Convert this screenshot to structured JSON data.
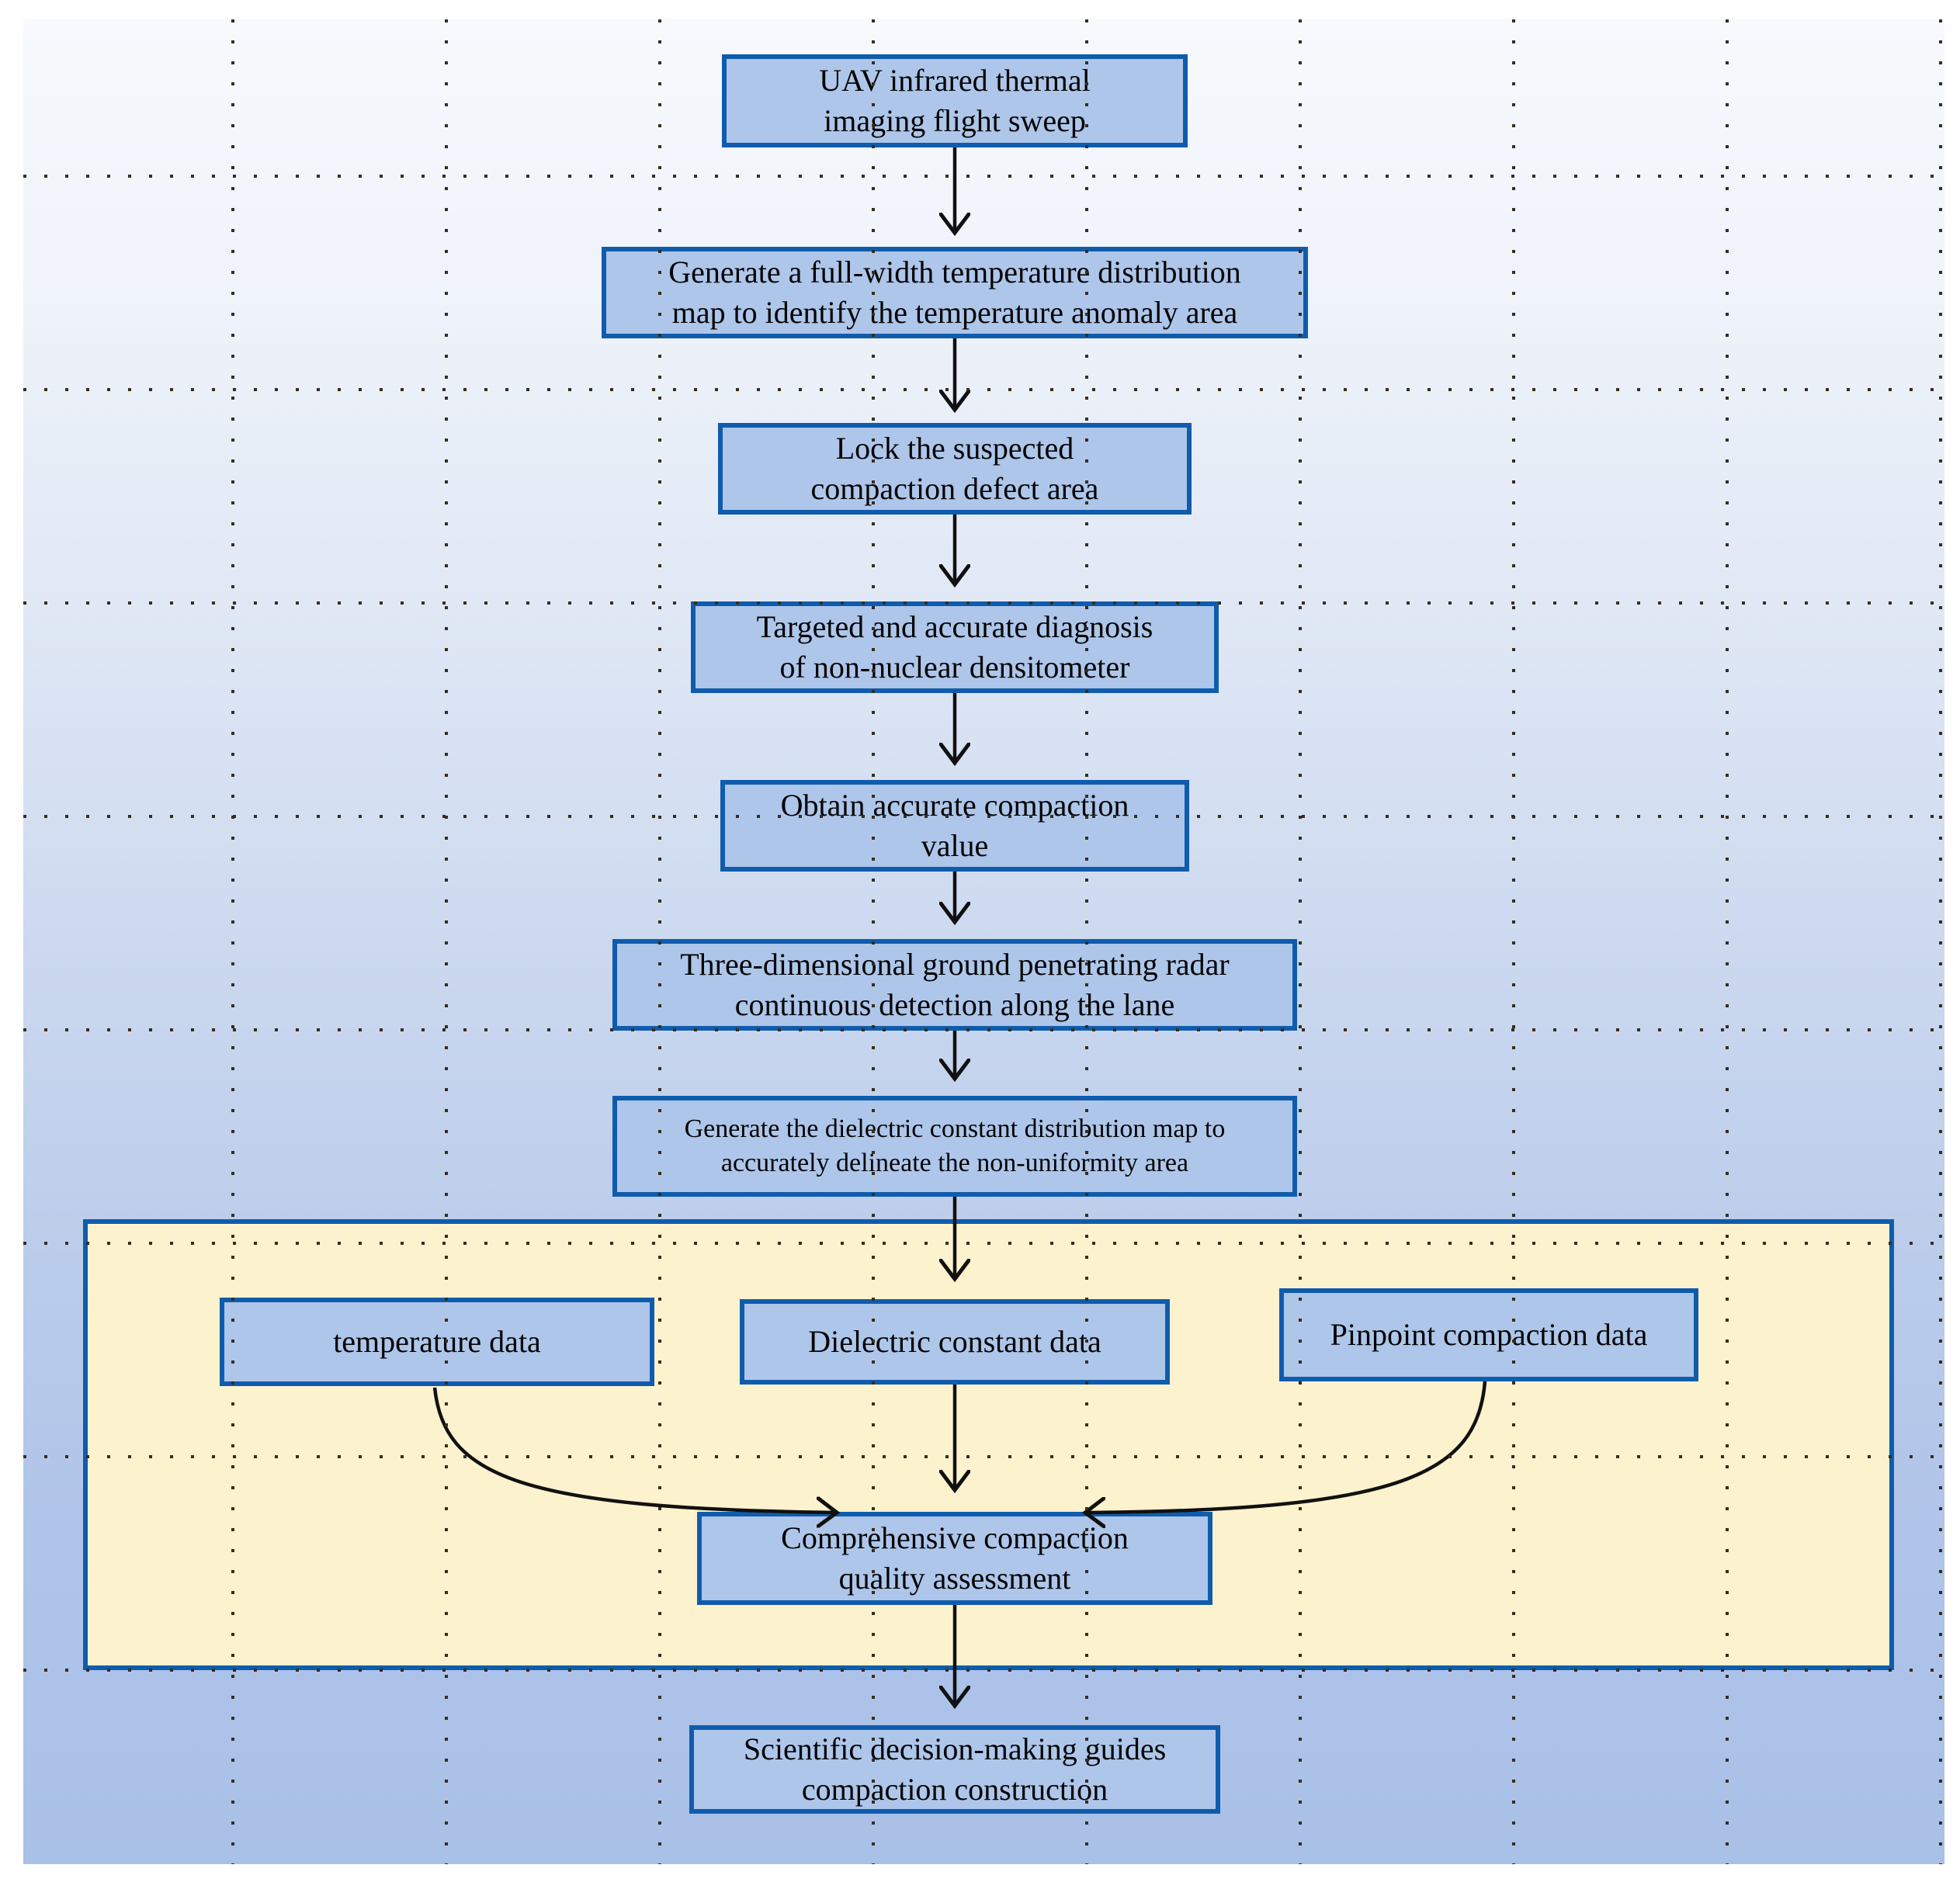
{
  "flow": {
    "nodes": [
      {
        "id": "uav-flight-sweep",
        "lines": [
          "UAV infrared thermal",
          "imaging flight sweep"
        ]
      },
      {
        "id": "temperature-map",
        "lines": [
          "Generate a full-width temperature distribution",
          "map to identify the temperature anomaly area"
        ]
      },
      {
        "id": "lock-defect-area",
        "lines": [
          "Lock the suspected",
          "compaction defect area"
        ]
      },
      {
        "id": "densitometer-diagnosis",
        "lines": [
          "Targeted and accurate diagnosis",
          "of non-nuclear densitometer"
        ]
      },
      {
        "id": "compaction-value",
        "lines": [
          "Obtain accurate compaction",
          "value"
        ]
      },
      {
        "id": "gpr-detection",
        "lines": [
          "Three-dimensional ground penetrating radar",
          "continuous detection along the lane"
        ]
      },
      {
        "id": "dielectric-map",
        "lines": [
          "Generate the dielectric constant distribution map to",
          "accurately delineate the non-uniformity area"
        ]
      },
      {
        "id": "temperature-data",
        "lines": [
          "temperature data"
        ]
      },
      {
        "id": "dielectric-data",
        "lines": [
          "Dielectric constant data"
        ]
      },
      {
        "id": "pinpoint-data",
        "lines": [
          "Pinpoint compaction data"
        ]
      },
      {
        "id": "quality-assessment",
        "lines": [
          "Comprehensive compaction",
          "quality assessment"
        ]
      },
      {
        "id": "decision-making",
        "lines": [
          "Scientific decision-making guides",
          "compaction construction"
        ]
      }
    ]
  },
  "colors": {
    "node_fill": "#aec6ea",
    "node_border": "#0f5cad",
    "panel_fill": "#fcf2cd",
    "panel_border": "#0f5cad",
    "arrow": "#111111",
    "grid_dot": "#372d1e",
    "background_top": "#f7f9fd",
    "background_bottom": "#a9c0e7"
  }
}
